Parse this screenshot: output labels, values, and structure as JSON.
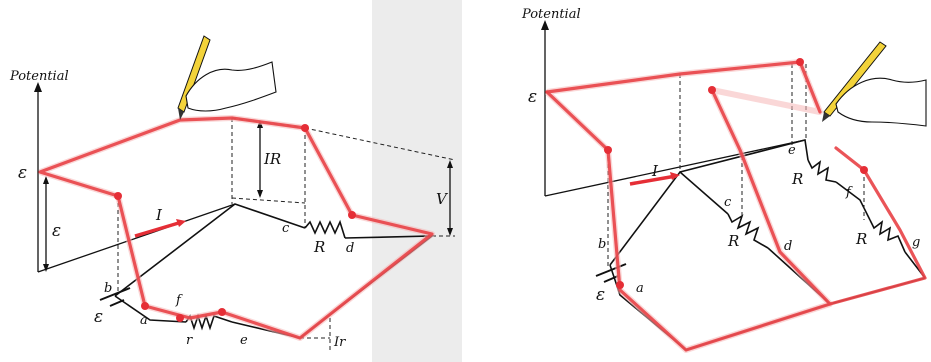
{
  "left_diagram": {
    "axis_label": "Potential",
    "labels": {
      "emf_level": "ε",
      "emf_height": "ε",
      "battery": "ε",
      "current": "I",
      "ir_drop": "IR",
      "voltage": "V",
      "internal_drop": "Ir",
      "resistor": "R",
      "internal_resistor": "r",
      "points": [
        "a",
        "b",
        "c",
        "d",
        "e",
        "f"
      ]
    }
  },
  "right_diagram": {
    "axis_label": "Potential",
    "labels": {
      "emf_level": "ε",
      "battery": "ε",
      "current": "I",
      "resistor_1": "R",
      "resistor_2": "R",
      "resistor_3": "R",
      "points": [
        "a",
        "b",
        "c",
        "d",
        "e",
        "f",
        "g"
      ]
    }
  },
  "colors": {
    "potential_trace": "#e8454a",
    "marker": "#e52e36",
    "circuit": "#111111"
  }
}
